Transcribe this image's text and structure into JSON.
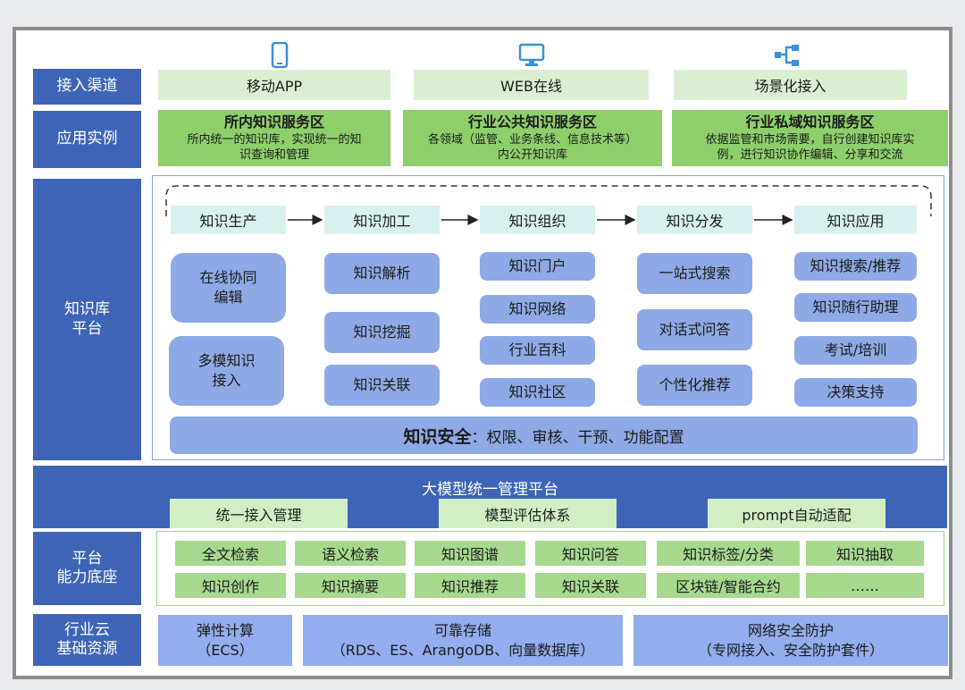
{
  "layers": {
    "access": "接入渠道",
    "apps": "应用实例",
    "platform": "知识库\n平台",
    "capability": "平台\n能力底座",
    "cloud": "行业云\n基础资源"
  },
  "channels": [
    {
      "label": "移动APP",
      "icon": "mobile-phone-icon"
    },
    {
      "label": "WEB在线",
      "icon": "monitor-icon"
    },
    {
      "label": "场景化接入",
      "icon": "network-nodes-icon"
    }
  ],
  "apps": [
    {
      "title": "所内知识服务区",
      "desc": "所内统一的知识库，实现统一的知\n识查询和管理"
    },
    {
      "title": "行业公共知识服务区",
      "desc": "各领域（监管、业务条线、信息技术等）\n内公开知识库"
    },
    {
      "title": "行业私域知识服务区",
      "desc": "依据监管和市场需要，自行创建知识库实\n例，进行知识协作编辑、分享和交流"
    }
  ],
  "stages": [
    "知识生产",
    "知识加工",
    "知识组织",
    "知识分发",
    "知识应用"
  ],
  "stage_items": {
    "production": [
      "在线协同\n编辑",
      "多模知识\n接入"
    ],
    "processing": [
      "知识解析",
      "知识挖掘",
      "知识关联"
    ],
    "organization": [
      "知识门户",
      "知识网络",
      "行业百科",
      "知识社区"
    ],
    "distribution": [
      "一站式搜索",
      "对话式问答",
      "个性化推荐"
    ],
    "application": [
      "知识搜索/推荐",
      "知识随行助理",
      "考试/培训",
      "决策支持"
    ]
  },
  "security": {
    "title": "知识安全",
    "items": "：权限、审核、干预、功能配置"
  },
  "llm": {
    "title": "大模型统一管理平台",
    "subs": [
      "统一接入管理",
      "模型评估体系",
      "prompt自动适配"
    ]
  },
  "capabilities": [
    [
      "全文检索",
      "语义检索",
      "知识图谱",
      "知识问答",
      "知识标签/分类",
      "知识抽取"
    ],
    [
      "知识创作",
      "知识摘要",
      "知识推荐",
      "知识关联",
      "区块链/智能合约",
      "……"
    ]
  ],
  "resources": [
    {
      "title": "弹性计算",
      "sub": "（ECS）"
    },
    {
      "title": "可靠存储",
      "sub": "（RDS、ES、ArangoDB、向量数据库）"
    },
    {
      "title": "网络安全防护",
      "sub": "（专网接入、安全防护套件）"
    }
  ],
  "colors": {
    "side_blue": "#3e64b6",
    "node_blue": "#8ea9e5",
    "app_green": "#8ecf6c",
    "light_green": "#dbeed3",
    "stage_cyan": "#d8f1ef",
    "icon_blue": "#3b8fd6"
  }
}
